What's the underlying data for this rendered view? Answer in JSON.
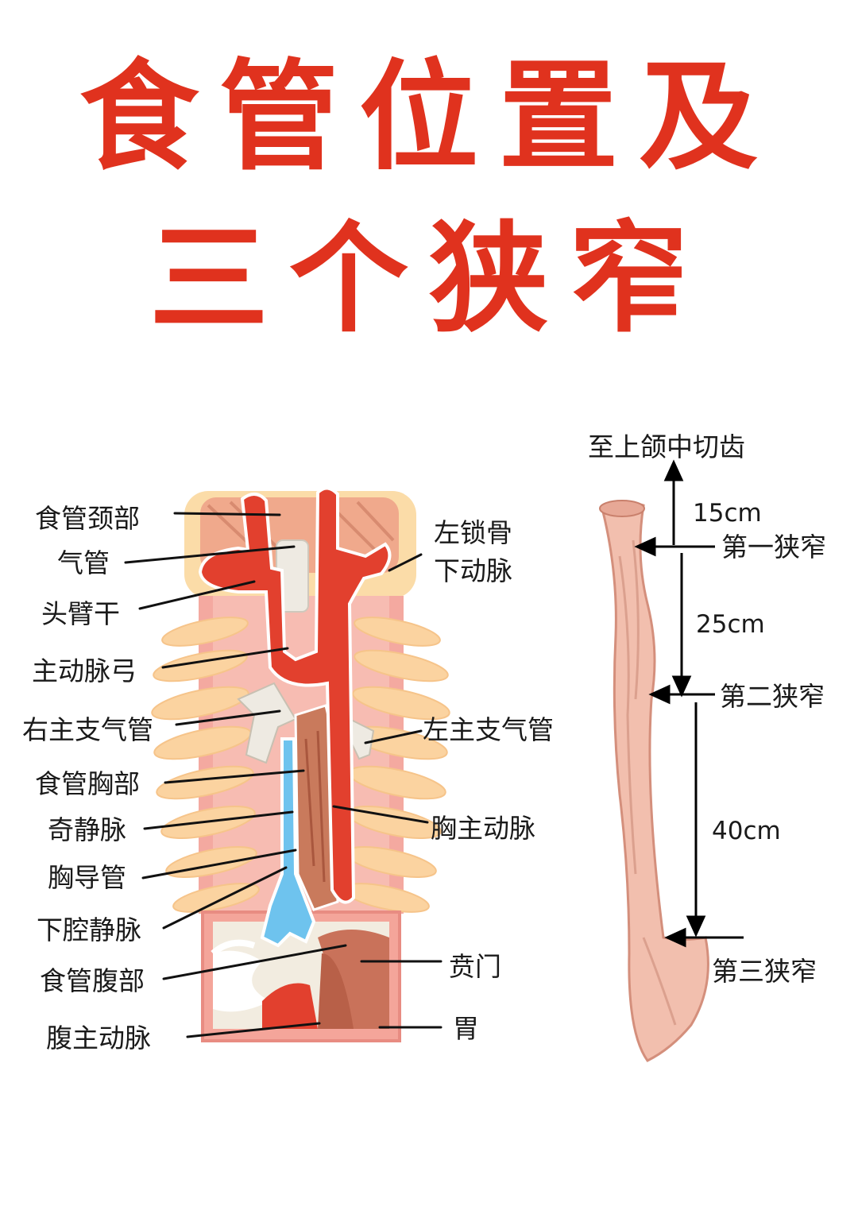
{
  "title": {
    "line1": "食管位置及",
    "line2": "三个狭窄"
  },
  "anatomy_labels": {
    "cervical": "食管颈部",
    "trachea": "气管",
    "brachiocephalic": "头臂干",
    "left_subclavian_1": "左锁骨",
    "left_subclavian_2": "下动脉",
    "aortic_arch": "主动脉弓",
    "right_bronchus": "右主支气管",
    "left_bronchus": "左主支气管",
    "thoracic": "食管胸部",
    "azygos": "奇静脉",
    "thoracic_aorta": "胸主动脉",
    "thoracic_duct": "胸导管",
    "ivc": "下腔静脉",
    "abdominal": "食管腹部",
    "cardia": "贲门",
    "abdominal_aorta": "腹主动脉",
    "stomach": "胃"
  },
  "narrowing": {
    "top": "至上颌中切齿",
    "first": "第一狭窄",
    "second": "第二狭窄",
    "third": "第三狭窄",
    "d1": "15cm",
    "d2": "25cm",
    "d3": "40cm"
  },
  "colors": {
    "title": "#e0321e",
    "aorta": "#e2402e",
    "rib": "#fbd3a0",
    "esophagus": "#c97a5c",
    "thoracic_duct": "#6ec3ee",
    "esophagus_tube": "#f2bfae"
  }
}
